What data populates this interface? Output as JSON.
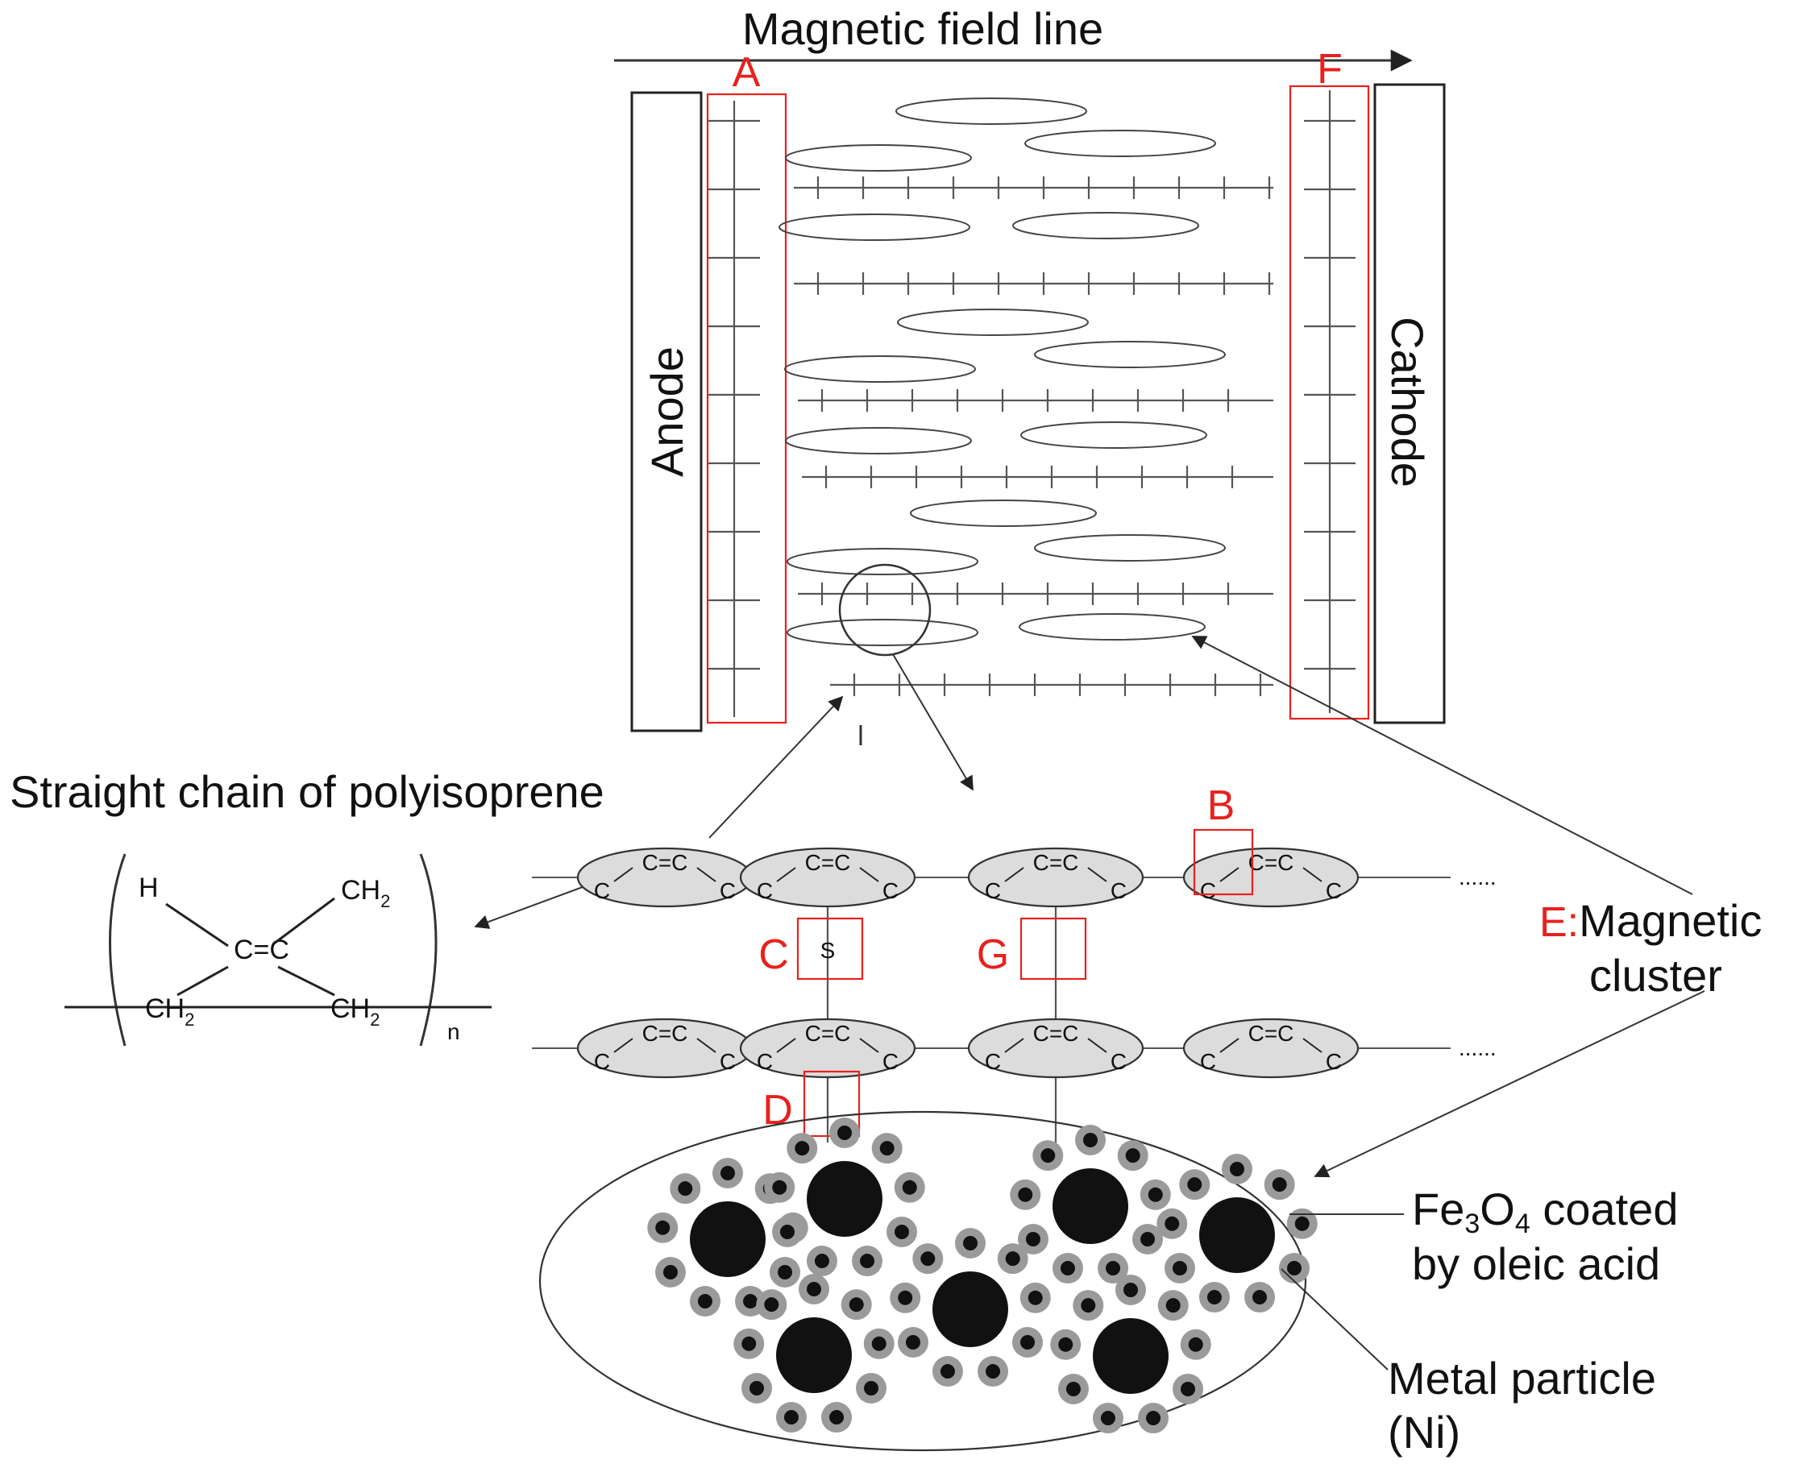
{
  "labels": {
    "field_line": "Magnetic field line",
    "anode": "Anode",
    "cathode": "Cathode",
    "straight_chain": "Straight chain of polyisoprene",
    "magnetic_prefix": "E:",
    "magnetic_cluster_1": "Magnetic",
    "magnetic_cluster_2": "cluster",
    "fe_1": "Fe",
    "fe_sub3": "3",
    "fe_o": "O",
    "fe_sub4": "4",
    "fe_rest": " coated",
    "fe_line2": "by oleic acid",
    "metal_1": "Metal particle",
    "metal_2": "(Ni)"
  },
  "markers": {
    "A": "A",
    "B": "B",
    "C": "C",
    "D": "D",
    "F": "F",
    "G": "G",
    "tick_I": "I"
  },
  "chemistry": {
    "unit_cc": "C=C",
    "unit_c": "C",
    "bond_s": "S",
    "struct_h": "H",
    "struct_ch": "CH",
    "struct_sub2": "2",
    "struct_cc": "C=C",
    "struct_n": "n",
    "dots": "......"
  },
  "colors": {
    "accent_red": "#e8211e",
    "unit_fill": "#dcdcdc",
    "particle_black": "#111111",
    "coat_gray": "#9a9a9a"
  }
}
